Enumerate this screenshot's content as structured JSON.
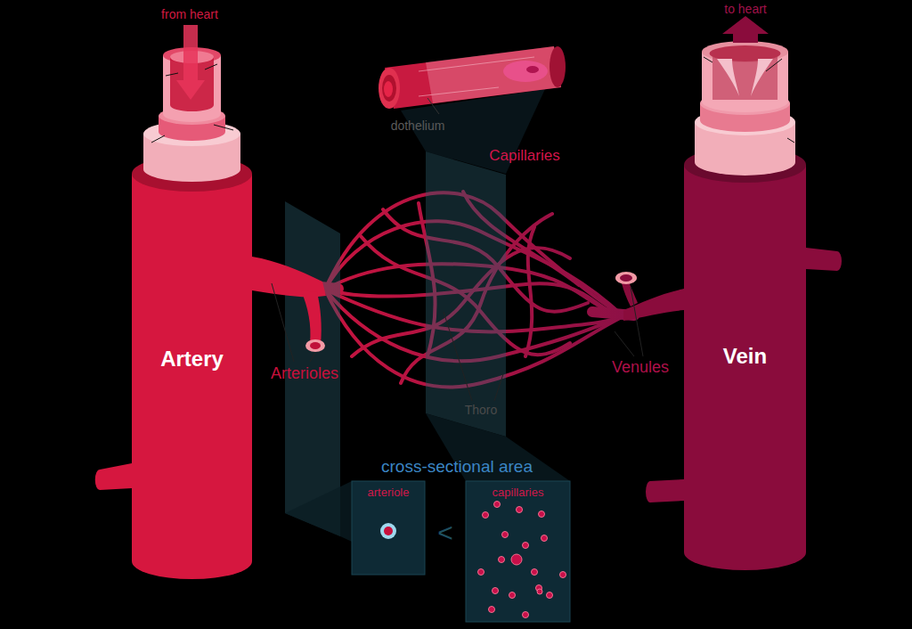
{
  "diagram": {
    "nodes": [
      {
        "text": [
          "Artery"
        ]
      },
      {
        "text": [
          "Vein"
        ]
      },
      {
        "text": [
          "arteriole"
        ]
      },
      {
        "text": [
          "capillaries"
        ]
      }
    ],
    "labels": [
      "from heart",
      "to heart",
      "dothelium",
      "Capillaries",
      "Arterioles",
      "Thoro",
      "Venules",
      "cross-sectional area",
      "<"
    ]
  }
}
